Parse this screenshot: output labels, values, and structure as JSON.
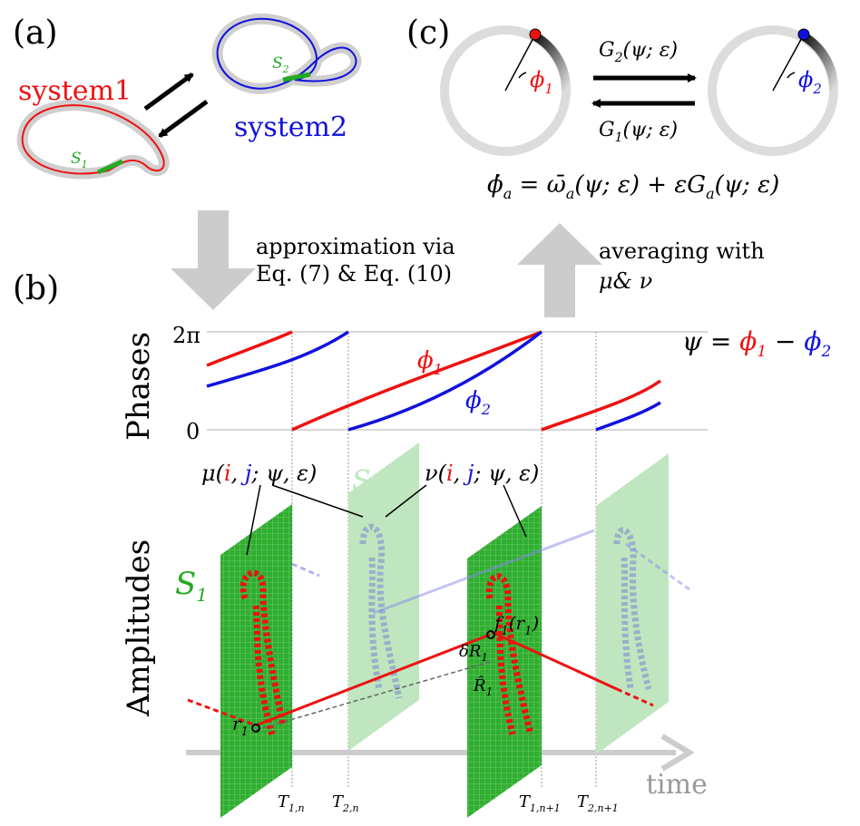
{
  "panels": {
    "a": "(a)",
    "b": "(b)",
    "c": "(c)"
  },
  "systems": {
    "system1": "system1",
    "system2": "system2",
    "s1": "S",
    "s1_sub": "1",
    "s2": "S",
    "s2_sub": "2"
  },
  "arrows": {
    "approx_line1": "approximation via",
    "approx_line2": "Eq. (7) & Eq. (10)",
    "avg_line1": "averaging with",
    "avg_line2": "μ& ν"
  },
  "phase_panel": {
    "ylabel": "Phases",
    "tick_top": "2π",
    "tick_bottom": "0",
    "phi1": "ϕ",
    "phi1_sub": "1",
    "phi2": "ϕ",
    "phi2_sub": "2",
    "psi_eq_lhs": "ψ = ",
    "psi_eq_phi1": "ϕ",
    "psi_eq_phi1_sub": "1",
    "psi_eq_minus": " − ",
    "psi_eq_phi2": "ϕ",
    "psi_eq_phi2_sub": "2"
  },
  "amplitude_panel": {
    "ylabel": "Amplitudes",
    "mu_label_pre": "μ(",
    "mu_i": "i",
    "mu_comma": ", ",
    "mu_j": "j",
    "mu_post": "; ψ, ε)",
    "nu_label_pre": "ν(",
    "nu_i": "i",
    "nu_comma": ", ",
    "nu_j": "j",
    "nu_post": "; ψ, ε)",
    "S1_main": "S",
    "S1_sub": "1",
    "S2_main": "S",
    "S2_sub": "2",
    "r1": "r",
    "r1_sub": "1",
    "f1": "f",
    "f1_sub": "1",
    "f1_arg": "(r",
    "f1_arg_sub": "1",
    "f1_close": ")",
    "dR": "δR",
    "dR_sub": "1",
    "Rhat": "R̂",
    "Rhat_sub": "1",
    "time": "time",
    "tick_T1n": "T",
    "tick_T1n_sub": "1,n",
    "tick_T2n": "T",
    "tick_T2n_sub": "2,n",
    "tick_T1n1": "T",
    "tick_T1n1_sub": "1,n+1",
    "tick_T2n1": "T",
    "tick_T2n1_sub": "2,n+1"
  },
  "panel_c": {
    "phi1": "ϕ",
    "phi1_sub": "1",
    "phi2": "ϕ",
    "phi2_sub": "2",
    "G2": "G",
    "G2_sub": "2",
    "G2_args": "(ψ; ε)",
    "G1": "G",
    "G1_sub": "1",
    "G1_args": "(ψ; ε)",
    "eq_lhs": "ϕ̇",
    "eq_lhs_sub": "a",
    "eq_mid": " = ",
    "eq_omega": "ω̄",
    "eq_omega_sub": "a",
    "eq_omega_args": "(ψ; ε) + ε",
    "eq_G": "G",
    "eq_G_sub": "a",
    "eq_G_args": "(ψ; ε)"
  },
  "colors": {
    "red": "#ee1111",
    "blue": "#1111dd",
    "green": "#22aa22",
    "gray": "#c8c8c8",
    "sheet_green": "#33b033",
    "sheet_light": "#bfe6bf"
  }
}
